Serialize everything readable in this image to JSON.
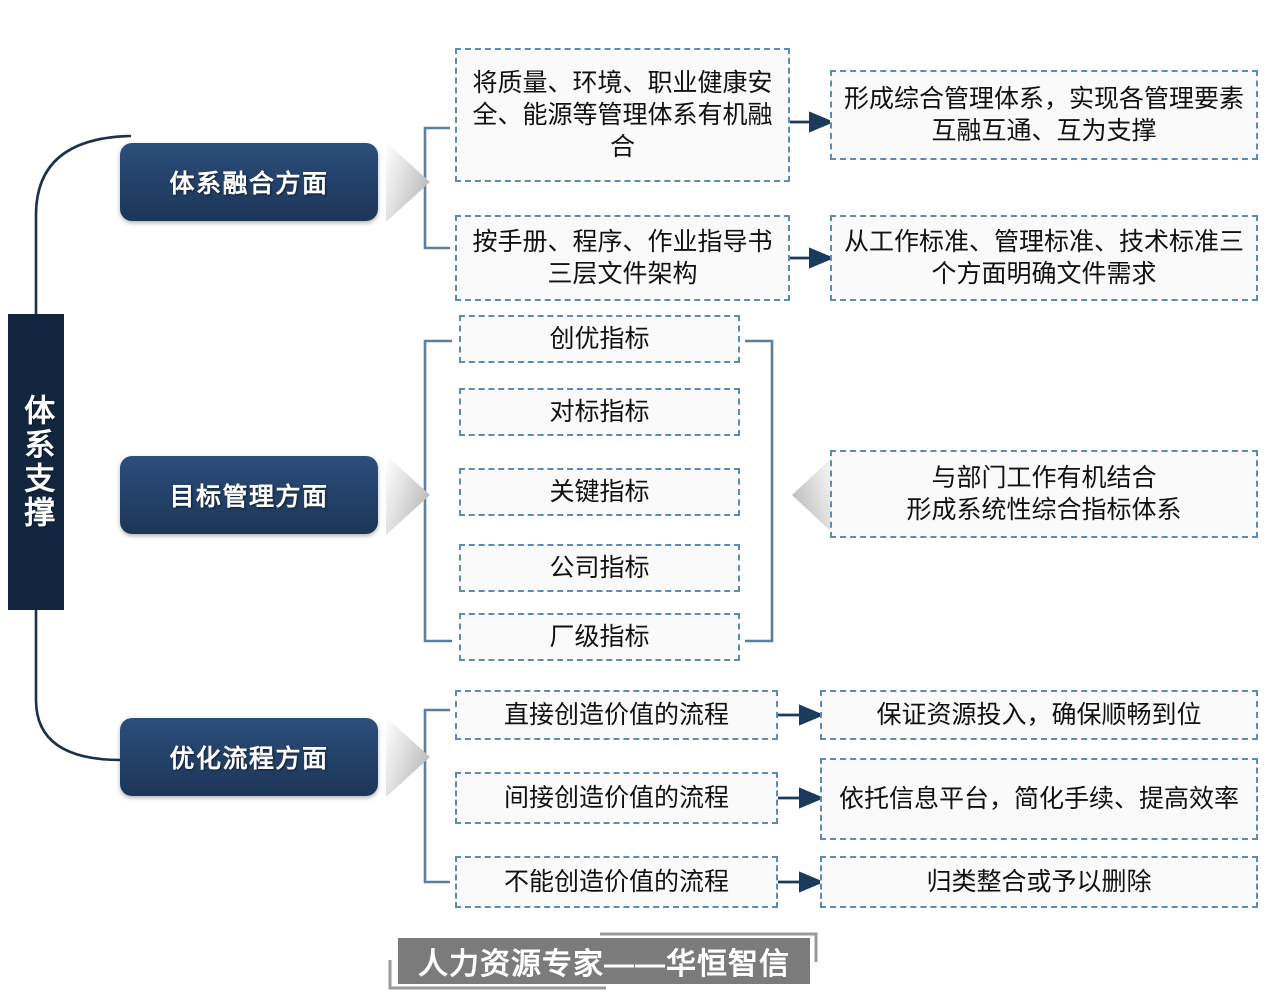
{
  "spine": {
    "label": "体系支撑"
  },
  "branches": [
    {
      "pill_label": "体系融合方面",
      "items": [
        {
          "source": "将质量、环境、职业健康安全、能源等管理体系有机融合",
          "result": "形成综合管理体系，实现各管理要素互融互通、互为支撑"
        },
        {
          "source": "按手册、程序、作业指导书三层文件架构",
          "result": "从工作标准、管理标准、技术标准三个方面明确文件需求"
        }
      ]
    },
    {
      "pill_label": "目标管理方面",
      "items": [
        {
          "source": "创优指标"
        },
        {
          "source": "对标指标"
        },
        {
          "source": "关键指标"
        },
        {
          "source": "公司指标"
        },
        {
          "source": "厂级指标"
        }
      ],
      "summary": "与部门工作有机结合\n形成系统性综合指标体系",
      "summary_lines": [
        "与部门工作有机结合",
        "形成系统性综合指标体系"
      ]
    },
    {
      "pill_label": "优化流程方面",
      "items": [
        {
          "source": "直接创造价值的流程",
          "result": "保证资源投入，确保顺畅到位"
        },
        {
          "source": "间接创造价值的流程",
          "result": "依托信息平台，简化手续、提高效率"
        },
        {
          "source": "不能创造价值的流程",
          "result": "归类整合或予以删除"
        }
      ]
    }
  ],
  "footer": {
    "watermark": "人力资源专家——华恒智信"
  },
  "colors": {
    "spine_navy": "#12273f",
    "pill_blue": "#24426a",
    "dashed_border": "#5e8ab8",
    "arrow_navy": "#1b3a5c",
    "bracket_steel": "#5b7f9e",
    "watermark_gray": "#7b7b7b"
  }
}
